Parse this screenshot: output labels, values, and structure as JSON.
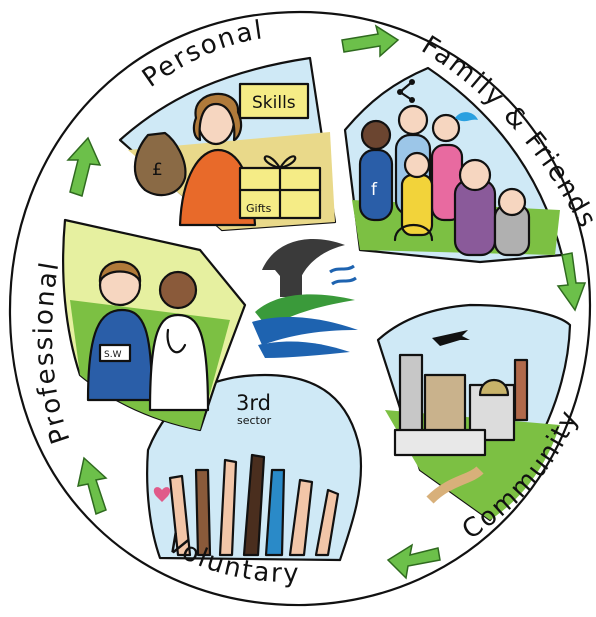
{
  "ring_labels": {
    "personal": "Personal",
    "family_friends": "Family & Friends",
    "community": "Community",
    "voluntary": "Voluntary",
    "professional": "Professional"
  },
  "panel_text": {
    "skills": "Skills",
    "gifts": "Gifts",
    "pound": "£",
    "third": "3rd",
    "sector": "sector",
    "badge": "S.W",
    "facebook": "f"
  },
  "colors": {
    "arrow": "#6cc04a",
    "sky": "#cfe9f6",
    "grass": "#7cc043",
    "wave_blue": "#1e63b0",
    "wave_green": "#3a9a3a"
  },
  "icons": [
    "arrow-icon",
    "logo-icon"
  ]
}
